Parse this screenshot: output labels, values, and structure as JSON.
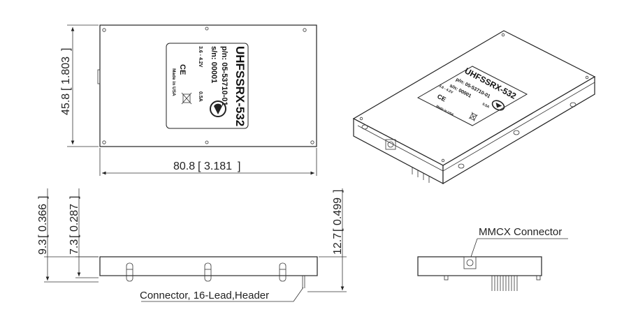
{
  "top_view": {
    "width_mm": "80.8",
    "width_in": "3.181",
    "height_mm": "45.8",
    "height_in": "1.803"
  },
  "side_view": {
    "body_height_mm": "9.3",
    "body_height_in": "0.366",
    "connector_offset_mm": "7.3",
    "connector_offset_in": "0.287",
    "total_height_mm": "12.7",
    "total_height_in": "0.499"
  },
  "label": {
    "model": "UHFSSRX-532",
    "part_number": "p/n: 05-53710-01",
    "serial_number": "s/n: 00001",
    "voltage": "3.6 - 4.2V",
    "current": "0.5A",
    "origin": "Made in USA",
    "ce_mark": "CE"
  },
  "iso_label": {
    "model": "UHFSSRX-532",
    "part_number": "p/n: 05-53710-01",
    "serial_number": "s/n: 00001",
    "voltage": "3.6 - 4.2V",
    "current": "0.5A",
    "origin": "Made in USA",
    "ce_mark": "CE"
  },
  "callouts": {
    "mmcx": "MMCX Connector",
    "header": "Connector, 16-Lead,Header"
  },
  "icons": [
    "ce-mark-icon",
    "weee-bin-icon",
    "company-logo-icon",
    "mmcx-connector-icon"
  ]
}
